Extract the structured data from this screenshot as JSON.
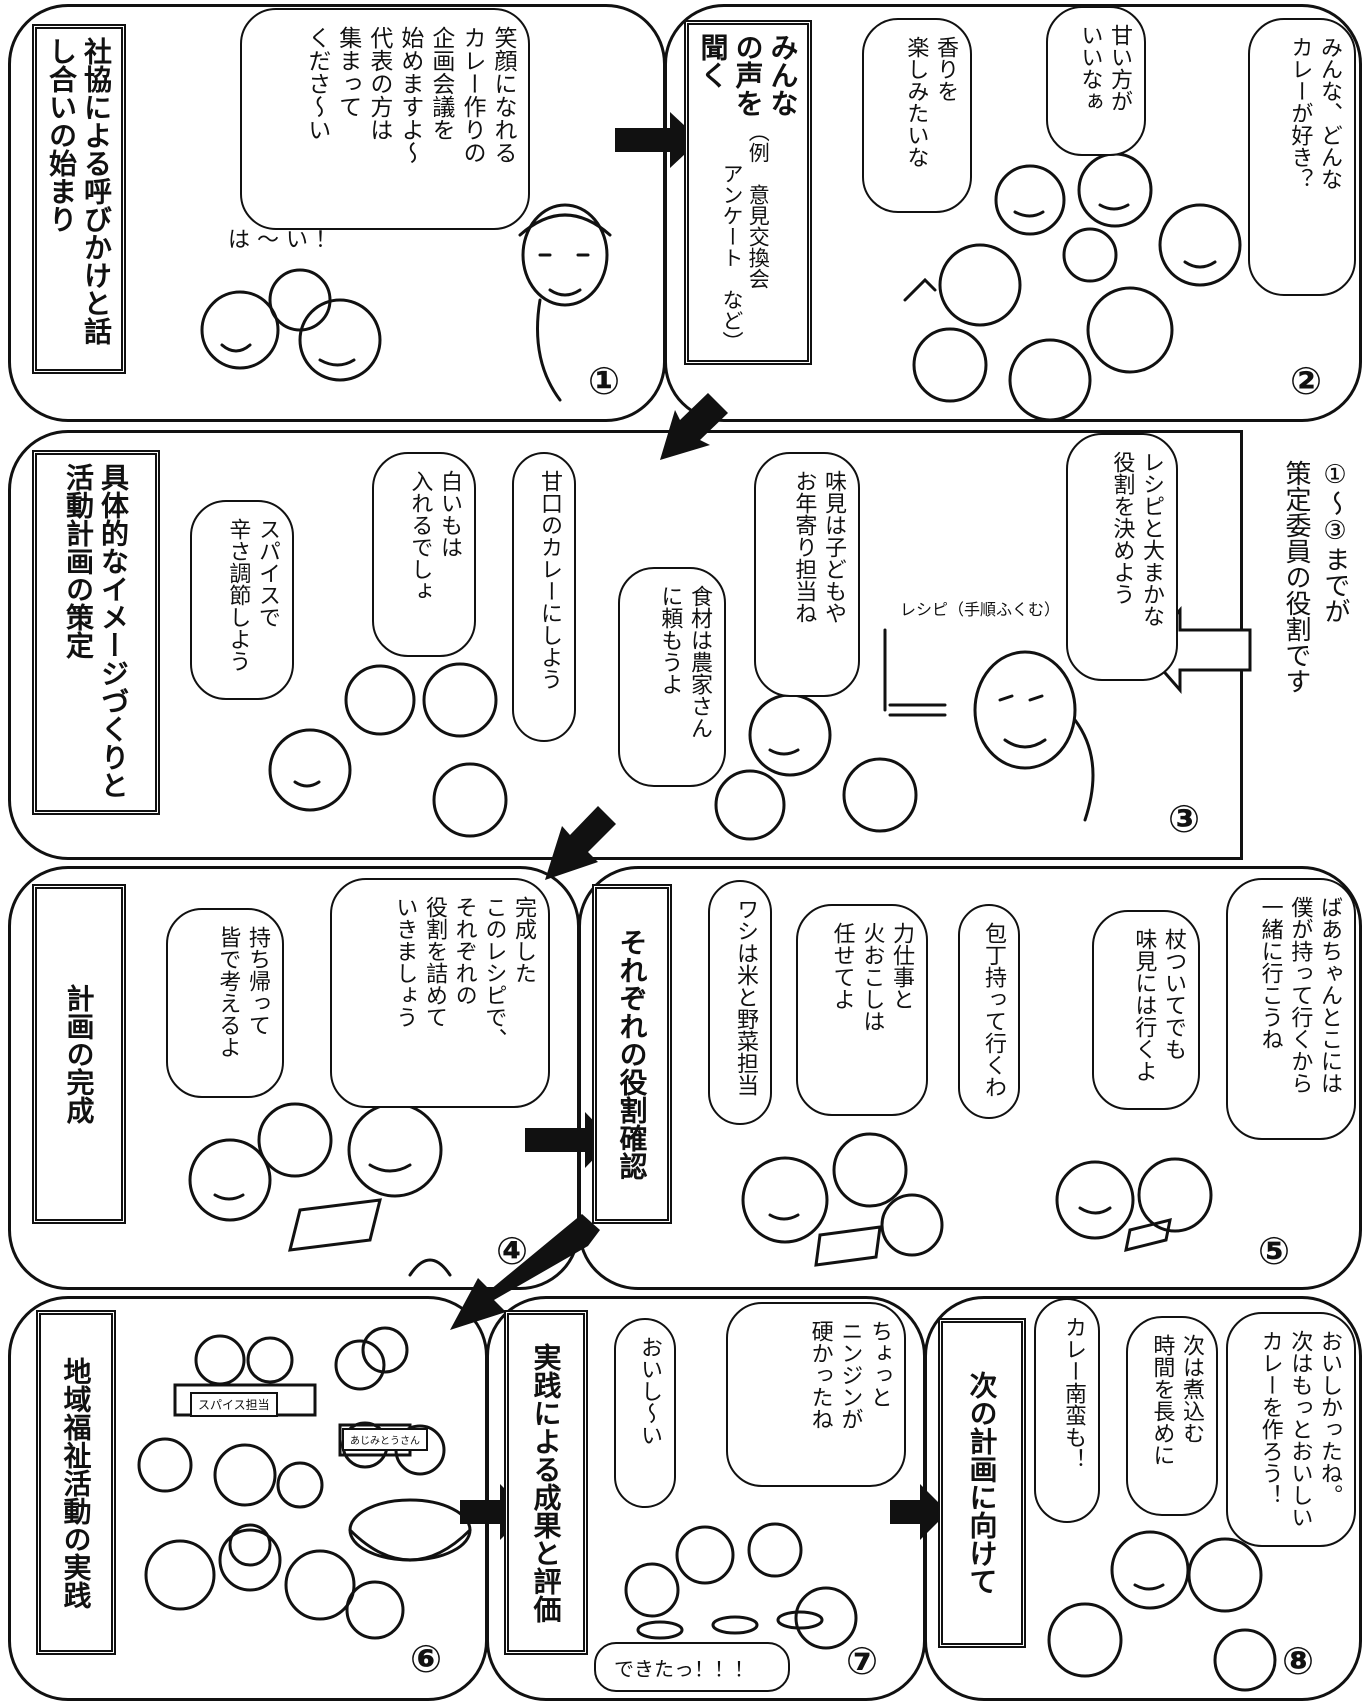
{
  "panels": {
    "p1": {
      "title": "社協による呼びかけと話し合いの始まり",
      "speech": "笑顔になれる\nカレー作りの\n企画会議を\n始めますよ～\n代表の方は\n集まって\nくださ～い",
      "reply": "は ～ い ！",
      "number": "①"
    },
    "p2": {
      "title": "みんなの声を聞く",
      "subtitle": "（例　意見交換会\n　　アンケート　など）",
      "speech_a": "みんな、どんな\nカレーが好き？",
      "speech_b": "甘い方が\nいいなぁ",
      "speech_c": "香りを\n楽しみたいな",
      "number": "②"
    },
    "p3": {
      "title": "具体的なイメージづくりと活動計画の策定",
      "speech_a": "甘口のカレーにしよう",
      "speech_b": "白いもは\n入れるでしょ",
      "speech_c": "スパイスで\n辛さ調節しよう",
      "speech_d": "味見は子どもや\nお年寄り担当ね",
      "speech_e": "食材は農家さん\nに頼もうよ",
      "speech_f": "レシピと大まかな\n役割を決めよう",
      "note": "レシピ（手順ふくむ）",
      "side_note": "①～③までが\n策定委員の役割です",
      "number": "③"
    },
    "p4": {
      "title": "計画の完成",
      "speech_a": "完成した\nこのレシピで、\nそれぞれの\n役割を詰めて\nいきましょう",
      "speech_b": "持ち帰って\n皆で考えるよ",
      "number": "④"
    },
    "p5": {
      "title": "それぞれの役割確認",
      "speech_a": "ばあちゃんとこには\n僕が持って行くから\n一緒に行こうね",
      "speech_b": "杖ついてでも\n味見には行くよ",
      "speech_c": "包丁持って行くわ",
      "speech_d": "力仕事と\n火おこしは\n任せてよ",
      "speech_e": "ワシは米と野菜担当",
      "number": "⑤"
    },
    "p6": {
      "title": "地域福祉活動の実践",
      "label_spice": "スパイス担当",
      "label_fire": "あじみとうさん",
      "number": "⑥"
    },
    "p7": {
      "title": "実践による成果と評価",
      "speech_a": "おいし～い",
      "speech_b": "ちょっと\nニンジンが\n硬かったね",
      "speech_c": "できたっ！！！",
      "number": "⑦"
    },
    "p8": {
      "title": "次の計画に向けて",
      "speech_a": "おいしかったね。\n次はもっとおいしい\nカレーを作ろう！",
      "speech_b": "次は煮込む\n時間を長めに",
      "speech_c": "カレー南蛮も！",
      "number": "⑧"
    }
  }
}
